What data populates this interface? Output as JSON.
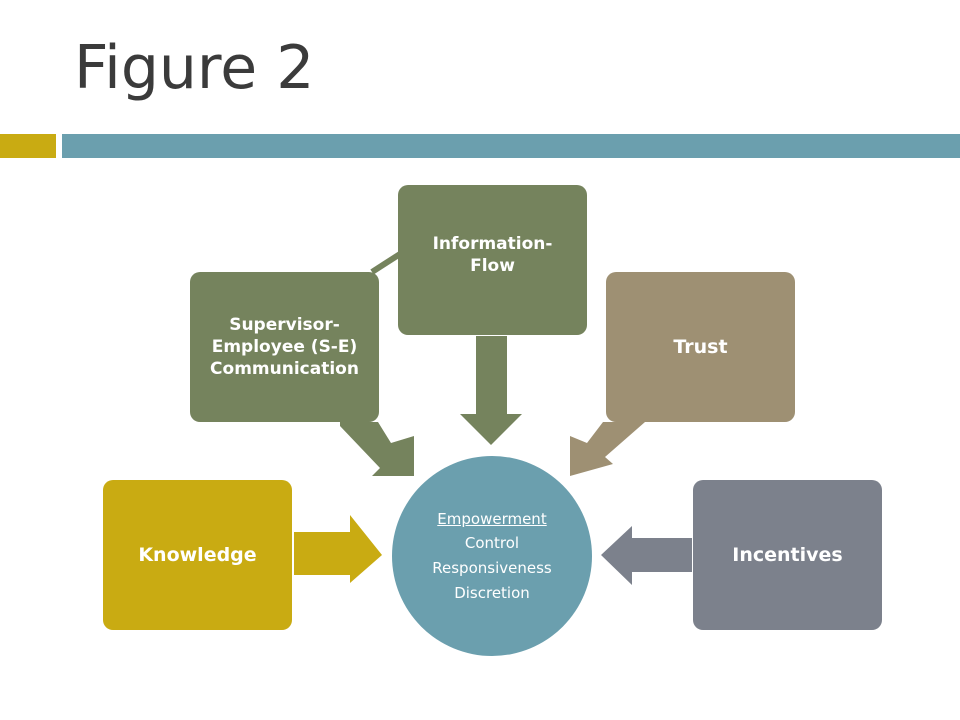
{
  "slide": {
    "title": "Figure 2"
  },
  "colors": {
    "accent_gold": "#c9ab12",
    "rule_teal": "#6b9fae",
    "olive": "#75835d",
    "tan": "#9e9073",
    "slate": "#7c818c",
    "hub_teal": "#6b9fae"
  },
  "diagram": {
    "hub": {
      "title": "Empowerment",
      "lines": [
        "Control",
        "Responsiveness",
        "Discretion"
      ]
    },
    "nodes": {
      "knowledge": "Knowledge",
      "supervisor_employee": "Supervisor-\nEmployee  (S-E)\nCommunication",
      "information_flow": "Information-\nFlow",
      "trust": "Trust",
      "incentives": "Incentives"
    }
  }
}
